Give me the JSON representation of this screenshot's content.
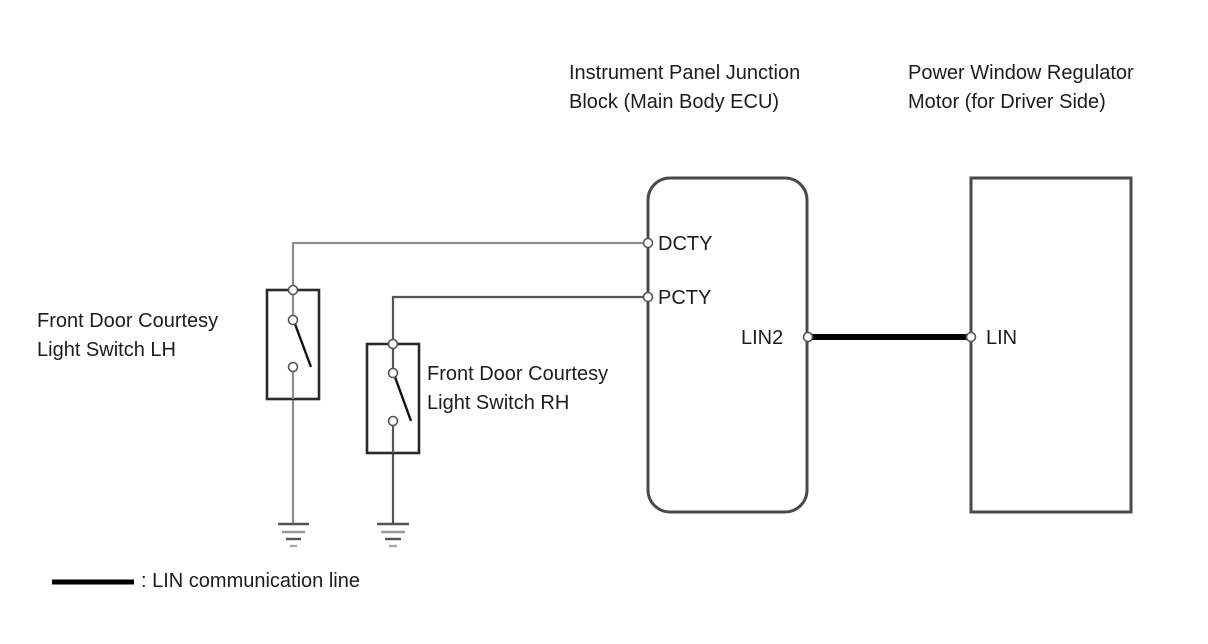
{
  "components": {
    "ecu": {
      "title_line1": "Instrument Panel Junction",
      "title_line2": "Block (Main Body ECU)",
      "pins": {
        "dcty": "DCTY",
        "pcty": "PCTY",
        "lin2": "LIN2"
      }
    },
    "motor": {
      "title_line1": "Power Window Regulator",
      "title_line2": "Motor (for Driver Side)",
      "pins": {
        "lin": "LIN"
      }
    },
    "switch_lh": {
      "label_line1": "Front Door Courtesy",
      "label_line2": "Light Switch LH"
    },
    "switch_rh": {
      "label_line1": "Front Door Courtesy",
      "label_line2": "Light Switch RH"
    }
  },
  "connections": [
    {
      "from": "Front Door Courtesy Light Switch LH",
      "to": "DCTY"
    },
    {
      "from": "Front Door Courtesy Light Switch RH",
      "to": "PCTY"
    },
    {
      "from": "LIN2",
      "to": "LIN",
      "type": "LIN communication line"
    }
  ],
  "legend": {
    "text": ": LIN communication line",
    "line_color": "#000000"
  },
  "colors": {
    "wire": "#8e8e8e",
    "box_outline": "#4a4a4a",
    "lin_line": "#000000"
  }
}
